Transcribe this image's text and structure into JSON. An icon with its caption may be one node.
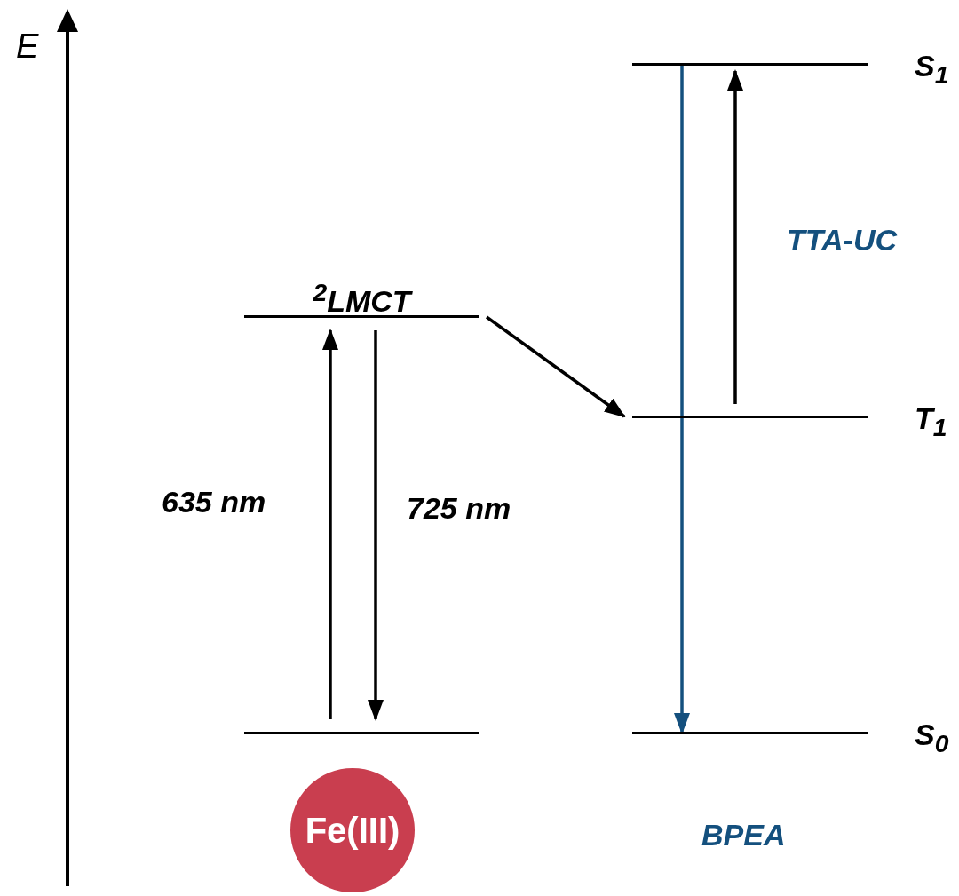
{
  "diagram": {
    "nodes": [
      {
        "text": [],
        "shape": "bar"
      },
      {
        "text": [
          "$^{2}$LMCT"
        ]
      },
      {
        "text": [
          "S$_{1}$"
        ]
      },
      {
        "text": [
          "T$_{1}$"
        ]
      },
      {
        "text": [
          "S$_{0}$"
        ]
      },
      {
        "text": [
          "Fe(III)"
        ]
      }
    ],
    "edges": [
      {
        "from": 0,
        "to": 1,
        "arrow": "to",
        "label": "635 nm"
      },
      {
        "from": 1,
        "to": 0,
        "arrow": "to",
        "label": "725 nm"
      },
      {
        "from": 1,
        "to": 3,
        "arrow": "to"
      },
      {
        "from": 3,
        "to": 2,
        "arrow": "to"
      },
      {
        "from": 2,
        "to": 4,
        "arrow": "to",
        "color": "#14507e"
      }
    ],
    "labels": [
      "E",
      "TTA-UC",
      "BPEA"
    ]
  }
}
